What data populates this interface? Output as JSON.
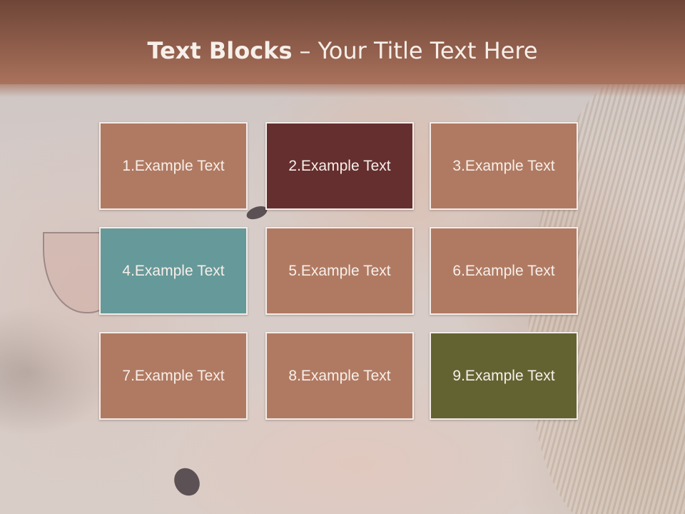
{
  "title": {
    "bold": "Text Blocks",
    "separator": "–",
    "rest": "Your Title Text Here"
  },
  "colors": {
    "header": "#8f5d4b",
    "block_default": "#b07a62",
    "block_dark_red": "#652f2f",
    "block_teal": "#669999",
    "block_olive": "#636332",
    "block_border": "#f4ece8"
  },
  "blocks": [
    {
      "label": "1.Example Text",
      "color": "#b07a62"
    },
    {
      "label": "2.Example Text",
      "color": "#652f2f"
    },
    {
      "label": "3.Example Text",
      "color": "#b07a62"
    },
    {
      "label": "4.Example Text",
      "color": "#669999"
    },
    {
      "label": "5.Example Text",
      "color": "#b07a62"
    },
    {
      "label": "6.Example Text",
      "color": "#b07a62"
    },
    {
      "label": "7.Example Text",
      "color": "#b07a62"
    },
    {
      "label": "8.Example Text",
      "color": "#b07a62"
    },
    {
      "label": "9.Example Text",
      "color": "#636332"
    }
  ]
}
